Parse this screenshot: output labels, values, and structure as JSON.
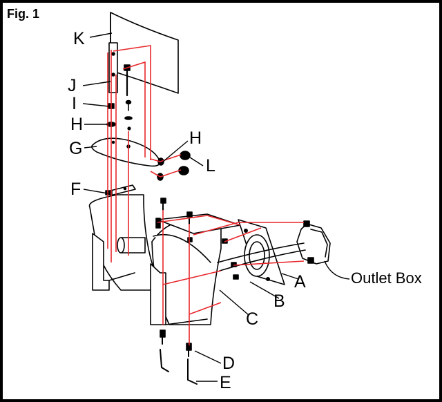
{
  "figure": {
    "title": "Fig. 1",
    "callouts": {
      "k": "K",
      "j": "J",
      "i": "I",
      "h_left": "H",
      "h_right": "H",
      "g": "G",
      "l": "L",
      "f": "F",
      "a": "A",
      "b": "B",
      "c": "C",
      "d": "D",
      "e": "E",
      "outlet_box": "Outlet Box"
    },
    "colors": {
      "line": "#000000",
      "assembly_guide": "#e8262a",
      "background": "#ffffff"
    }
  }
}
